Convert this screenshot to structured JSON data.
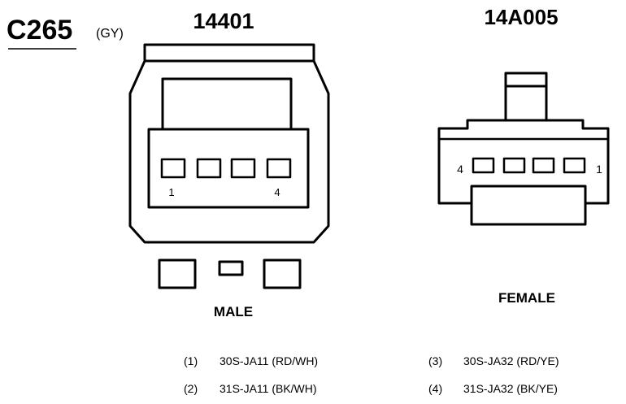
{
  "connector": {
    "id": "C265",
    "color_code": "(GY)"
  },
  "male": {
    "part_number": "14401",
    "label": "MALE",
    "pin_first": "1",
    "pin_last": "4"
  },
  "female": {
    "part_number": "14A005",
    "label": "FEMALE",
    "pin_first": "4",
    "pin_last": "1"
  },
  "pins": [
    {
      "num": "(1)",
      "circuit": "30S-JA11 (RD/WH)"
    },
    {
      "num": "(2)",
      "circuit": "31S-JA11 (BK/WH)"
    },
    {
      "num": "(3)",
      "circuit": "30S-JA32 (RD/YE)"
    },
    {
      "num": "(4)",
      "circuit": "31S-JA32 (BK/YE)"
    }
  ]
}
